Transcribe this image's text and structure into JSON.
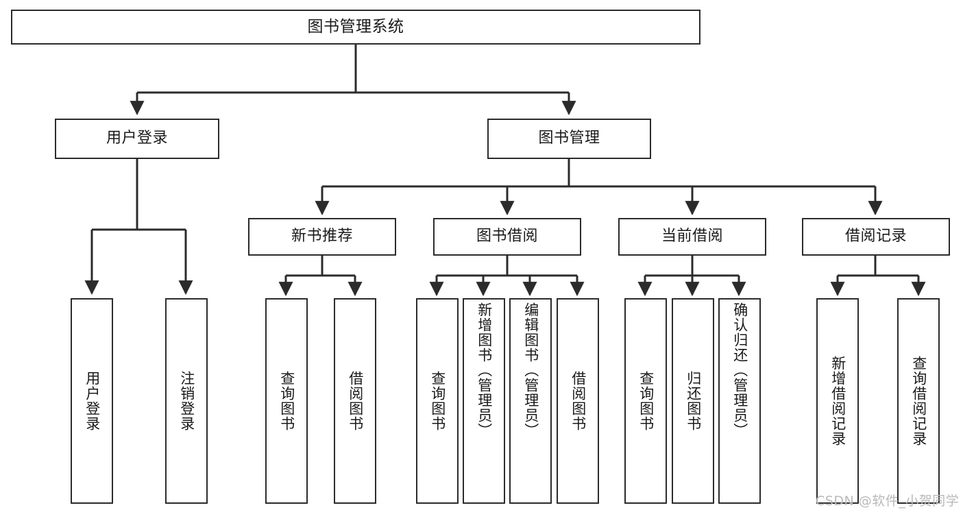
{
  "diagram": {
    "type": "tree",
    "title": "图书管理系统",
    "watermark": "CSDN @软件_小贺同学",
    "colors": {
      "stroke": "#2b2b2b",
      "fill": "#ffffff",
      "text": "#1a1a1a",
      "watermark": "#b9b9b9"
    },
    "root": {
      "label": "图书管理系统"
    },
    "level1": [
      {
        "label": "用户登录"
      },
      {
        "label": "图书管理"
      }
    ],
    "level2": [
      {
        "label": "新书推荐"
      },
      {
        "label": "图书借阅"
      },
      {
        "label": "当前借阅"
      },
      {
        "label": "借阅记录"
      }
    ],
    "leaves": {
      "user_login": [
        {
          "label": "用户登录"
        },
        {
          "label": "注销登录"
        }
      ],
      "new_book": [
        {
          "label": "查询图书"
        },
        {
          "label": "借阅图书"
        }
      ],
      "book_borrow": [
        {
          "label": "查询图书"
        },
        {
          "label": "新增图书（管理员）"
        },
        {
          "label": "编辑图书（管理员）"
        },
        {
          "label": "借阅图书"
        }
      ],
      "current_borrow": [
        {
          "label": "查询图书"
        },
        {
          "label": "归还图书"
        },
        {
          "label": "确认归还（管理员）"
        }
      ],
      "borrow_record": [
        {
          "label": "新增借阅记录"
        },
        {
          "label": "查询借阅记录"
        }
      ]
    }
  }
}
